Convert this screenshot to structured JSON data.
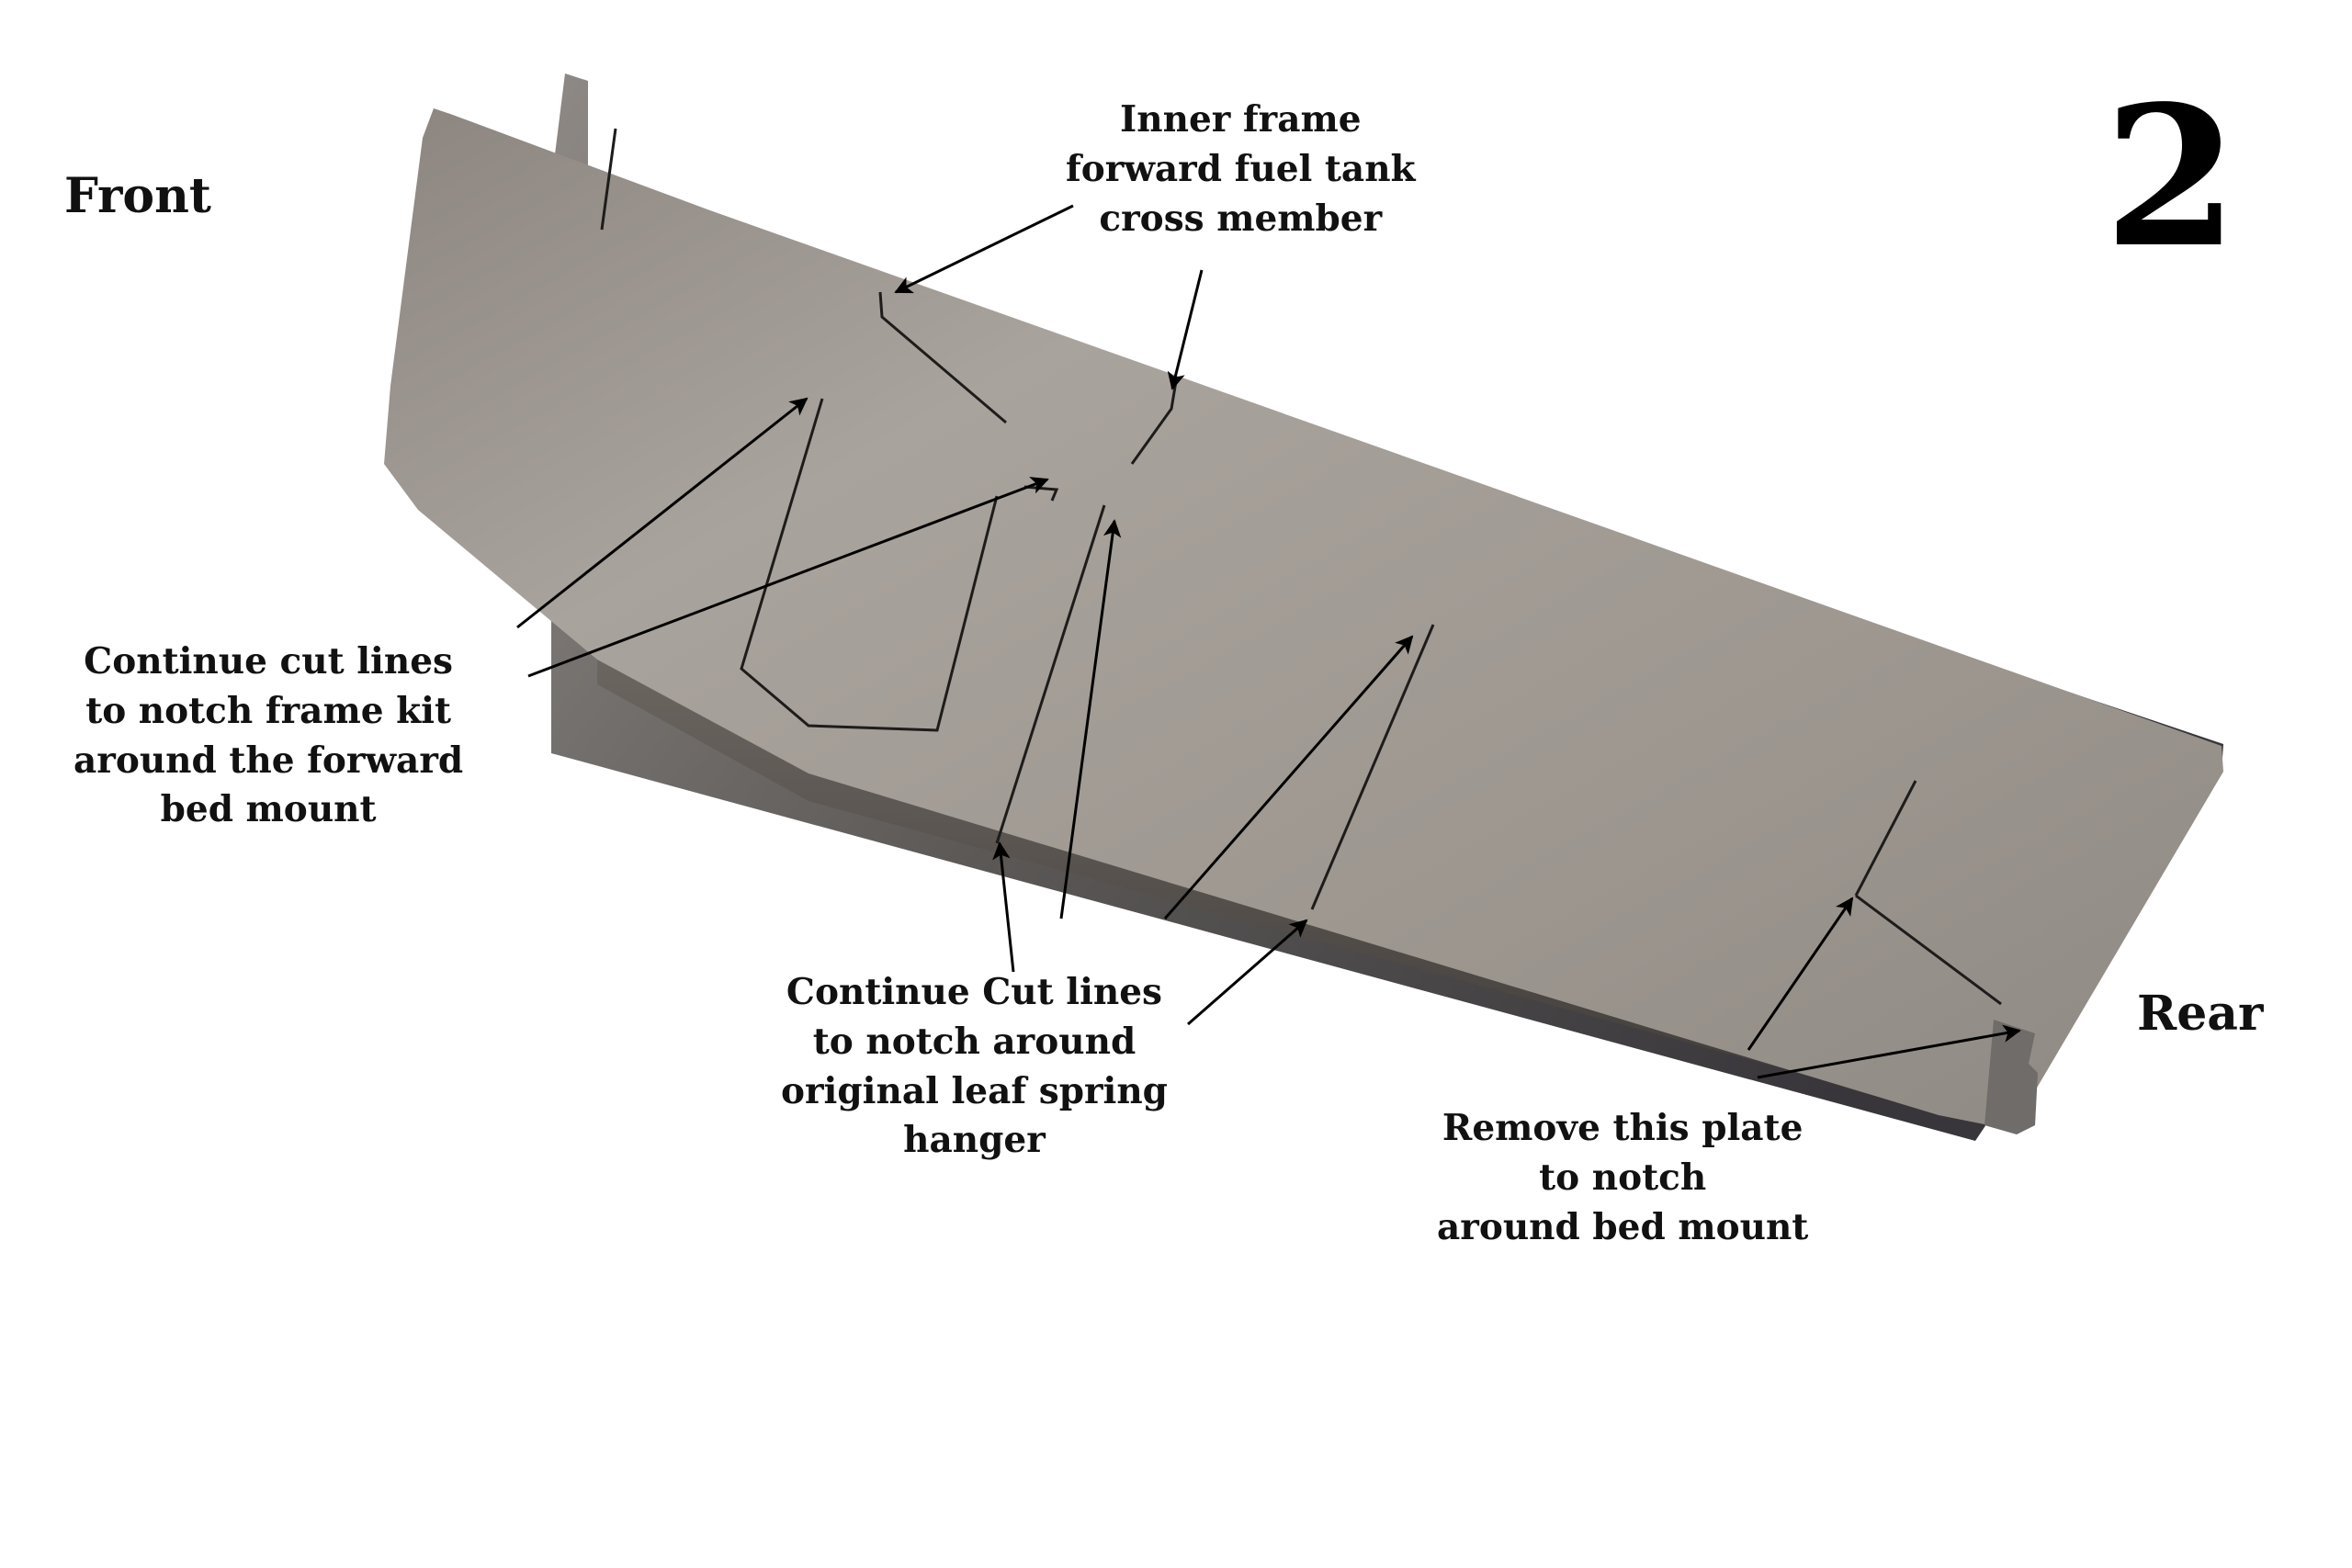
{
  "step_number": "2",
  "orientation": {
    "front": "Front",
    "rear": "Rear"
  },
  "callouts": {
    "inner_frame": [
      "Inner frame",
      "forward fuel tank",
      "cross member"
    ],
    "forward_bed_mount": [
      "Continue cut lines",
      "to notch frame kit",
      "around the forward",
      "bed mount"
    ],
    "leaf_spring_hanger": [
      "Continue Cut lines",
      "to notch around",
      "original leaf spring",
      "hanger"
    ],
    "rear_plate": [
      "Remove this plate",
      "to notch",
      "around bed mount"
    ]
  },
  "colors": {
    "background": "#ffffff",
    "text": "#111111",
    "arrow": "#000000",
    "steel_light": "#a39d97",
    "steel_dark": "#3a3837"
  }
}
